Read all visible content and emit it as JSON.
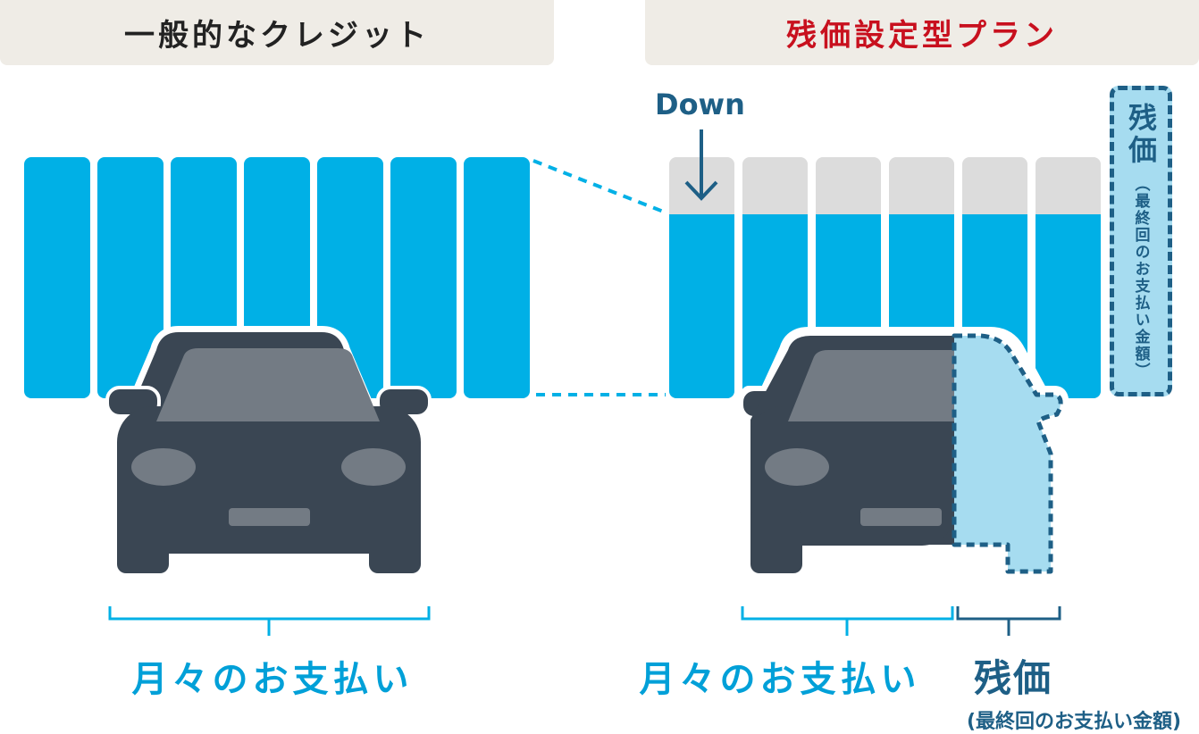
{
  "headers": {
    "left": "一般的なクレジット",
    "right": "残価設定型プラン"
  },
  "down_label": "Down",
  "residual_box": {
    "title": "残価",
    "note": "（最終回のお支払い金額）"
  },
  "captions": {
    "left_monthly": "月々のお支払い",
    "right_monthly": "月々のお支払い",
    "residual": "残価",
    "residual_note": "(最終回のお支払い金額)"
  },
  "colors": {
    "payment_blue": "#00b0e6",
    "reduced_gray": "#dcdcdc",
    "car_dark": "#3a4653",
    "car_window": "#737b84",
    "residual_fill": "#a6dcf0",
    "accent_navy": "#1e5f86",
    "plan_red": "#c8101e",
    "header_bg": "#efece6"
  },
  "diagram": {
    "left_bar_count": 7,
    "right_bar_count": 6,
    "right_bar_reduced_fraction": 0.24
  }
}
